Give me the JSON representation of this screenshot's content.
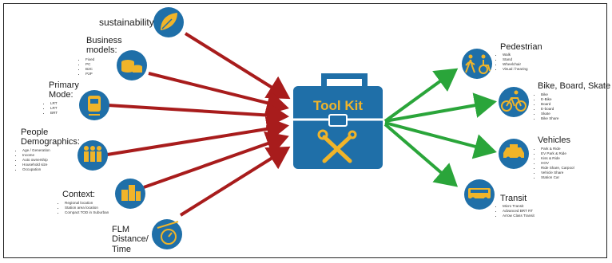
{
  "toolkit": {
    "title": "Tool Kit"
  },
  "inputs": [
    {
      "label": "sustainability",
      "icon": "leaf-icon",
      "items": []
    },
    {
      "label": "Business models:",
      "icon": "coins-icon",
      "items": [
        "Fixed",
        "PC",
        "B2C",
        "P2P"
      ]
    },
    {
      "label": "Primary Mode:",
      "icon": "train-icon",
      "items": [
        "LRT",
        "LRT",
        "BRT"
      ]
    },
    {
      "label": "People Demographics:",
      "icon": "people-icon",
      "items": [
        "Age / Generation",
        "Income",
        "Auto ownership",
        "Household size",
        "Occupation"
      ]
    },
    {
      "label": "Context:",
      "icon": "buildings-icon",
      "items": [
        "Regional location",
        "Station area location",
        "Compact TOD in Suburban"
      ]
    },
    {
      "label": "FLM Distance/ Time",
      "icon": "stopwatch-icon",
      "items": []
    }
  ],
  "outputs": [
    {
      "label": "Pedestrian",
      "icon": "walk-wheelchair-icon",
      "items": [
        "Walk",
        "Stand",
        "Wheelchair",
        "Visual / hearing"
      ]
    },
    {
      "label": "Bike, Board, Skate",
      "icon": "bike-icon",
      "items": [
        "Bike",
        "E-Bike",
        "Board",
        "E-board",
        "Skate",
        "Bike Share"
      ]
    },
    {
      "label": "Vehicles",
      "icon": "taxi-icon",
      "items": [
        "Park & Ride",
        "EV Park & Ride",
        "Kiss & Ride",
        "HOV",
        "Ride Share, Carpool",
        "Vehicle Share",
        "Station Car"
      ]
    },
    {
      "label": "Transit",
      "icon": "bus-icon",
      "items": [
        "Micro Transit",
        "Advanced BRT RT",
        "Arrow Class Transit"
      ]
    }
  ],
  "colors": {
    "circle": "#1f6fa8",
    "toolkit": "#1f6fa8",
    "icon": "#f0b429",
    "input_arrow": "#a81c1c",
    "output_arrow": "#2aa53a"
  }
}
